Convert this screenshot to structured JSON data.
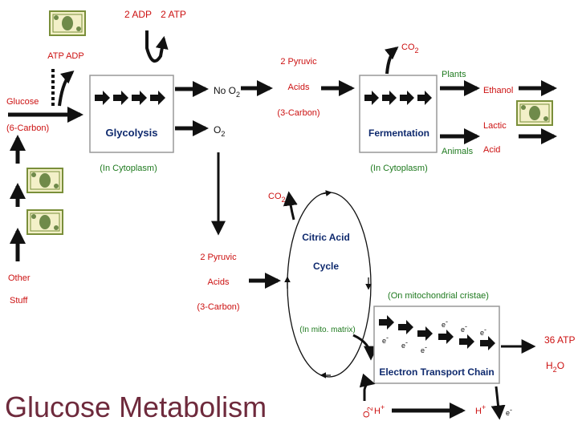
{
  "title": "Glucose Metabolism",
  "glycolysis": {
    "label": "Glycolysis",
    "location": "(In Cytoplasm)",
    "atp_in": "ATP ADP",
    "atp_out_adp": "2 ADP",
    "atp_out_atp": "2 ATP"
  },
  "inputs": {
    "glucose_line1": "Glucose",
    "glucose_line2": "(6-Carbon)",
    "other_line1": "Other",
    "other_line2": "Stuff"
  },
  "branches": {
    "no_o2": "No O",
    "o2": "O",
    "o2_sub": "2"
  },
  "pyruvic_top": {
    "line1": "2 Pyruvic",
    "line2": "Acids",
    "line3": "(3-Carbon)"
  },
  "pyruvic_mid": {
    "line1": "2 Pyruvic",
    "line2": "Acids",
    "line3": "(3-Carbon)"
  },
  "fermentation": {
    "label": "Fermentation",
    "location": "(In Cytoplasm)",
    "co2": "CO",
    "co2_sub": "2",
    "plants": "Plants",
    "animals": "Animals",
    "ethanol": "Ethanol",
    "lactic_line1": "Lactic",
    "lactic_line2": "Acid"
  },
  "citric": {
    "line1": "Citric Acid",
    "line2": "Cycle",
    "location": "(In mito. matrix)",
    "co2": "CO",
    "co2_sub": "2"
  },
  "etc": {
    "label": "Electron Transport Chain",
    "location": "(On mitochondrial cristae)",
    "electron": "e",
    "electron_sup": "-",
    "hplus": "H",
    "hplus_sup": "+",
    "o2": "O",
    "o2_sub": "2",
    "out_atp": "36 ATP",
    "out_h2o_h": "H",
    "out_h2o_sub": "2",
    "out_h2o_o": "O"
  },
  "colors": {
    "label_red": "#cc1111",
    "label_green": "#1f7a1f",
    "box_label": "#0f2a6e",
    "title": "#6e2a3c",
    "money": "#7a8f3a"
  },
  "icons": [
    "dollar-bill-icon",
    "dollar-bill-icon",
    "dollar-bill-icon",
    "dollar-bill-icon"
  ]
}
